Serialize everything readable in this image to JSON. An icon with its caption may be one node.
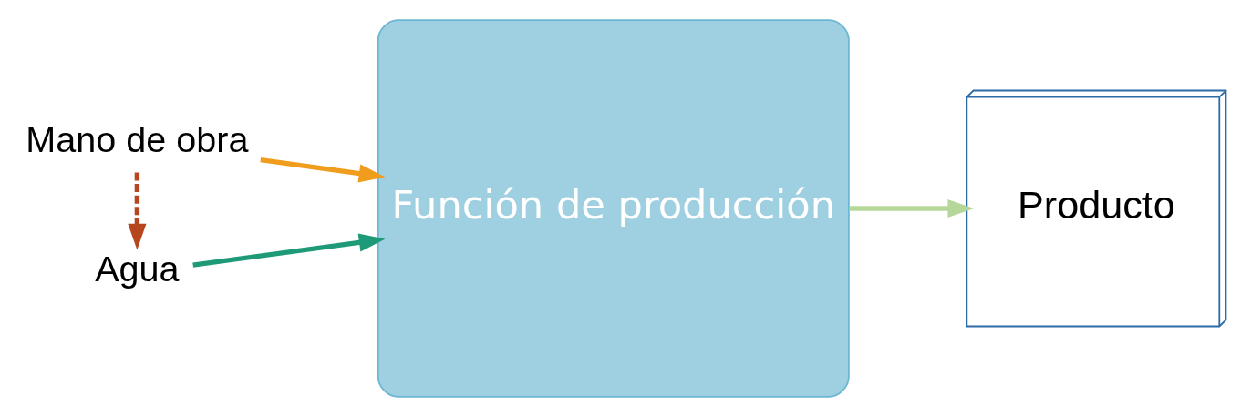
{
  "diagram": {
    "nodes": [
      {
        "text": [
          "Mano de obra"
        ]
      },
      {
        "text": [
          "Agua"
        ]
      },
      {
        "text": [
          "Función de producción"
        ]
      },
      {
        "text": [
          "Producto"
        ]
      }
    ],
    "edges": [
      {
        "from": 0,
        "to": 2,
        "arrow": "to",
        "color": "#f09c1c"
      },
      {
        "from": 0,
        "to": 1,
        "arrow": "to",
        "style": "dashed",
        "color": "#b5461e"
      },
      {
        "from": 1,
        "to": 2,
        "arrow": "to",
        "color": "#1f9a78"
      },
      {
        "from": 2,
        "to": 3,
        "arrow": "to",
        "color": "#b5d89a"
      }
    ]
  }
}
